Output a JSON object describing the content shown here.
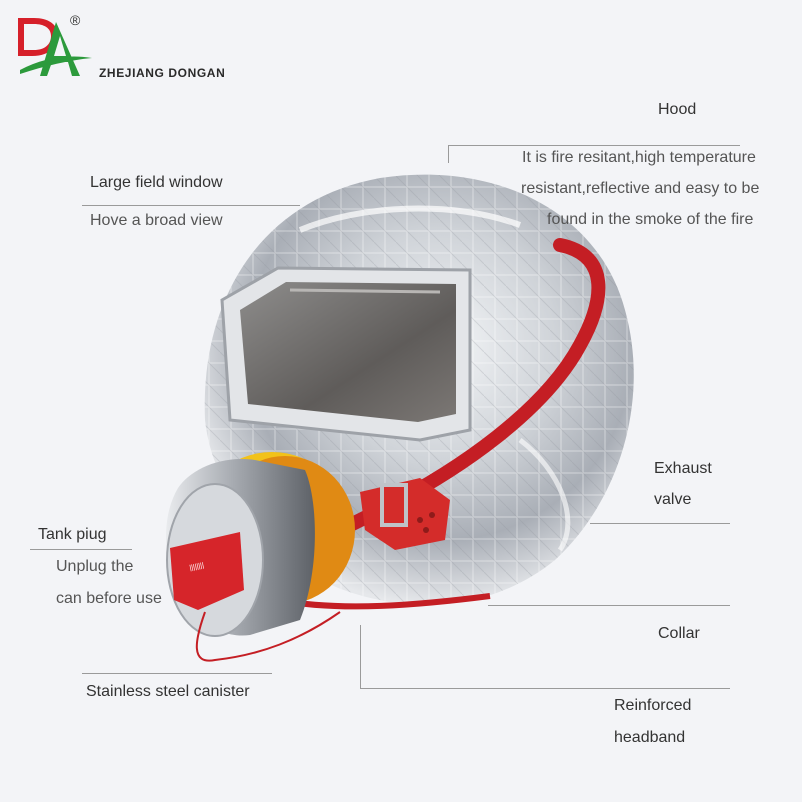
{
  "brand": {
    "logo_letters": "DA",
    "registered_mark": "®",
    "company": "ZHEJIANG DONGAN"
  },
  "callouts": {
    "hood": {
      "title": "Hood",
      "desc": [
        "It is fire resitant,high temperature",
        "resistant,reflective and easy to be",
        "found in the smoke of the fire"
      ]
    },
    "window": {
      "title": "Large field window",
      "desc": "Hove a broad view"
    },
    "exhaust": {
      "title": [
        "Exhaust",
        "valve"
      ]
    },
    "tank": {
      "title": "Tank piug",
      "desc": [
        "Unplug the",
        "can before use"
      ]
    },
    "collar": {
      "title": "Collar"
    },
    "canister": {
      "title": "Stainless steel canister"
    },
    "headband": {
      "title": [
        "Reinforced",
        "headband"
      ]
    }
  },
  "colors": {
    "background": "#f3f4f7",
    "logo_red": "#d6202a",
    "logo_green": "#2c9a3c",
    "strap_red": "#c41e24",
    "canister_yellow": "#f2c21a"
  }
}
